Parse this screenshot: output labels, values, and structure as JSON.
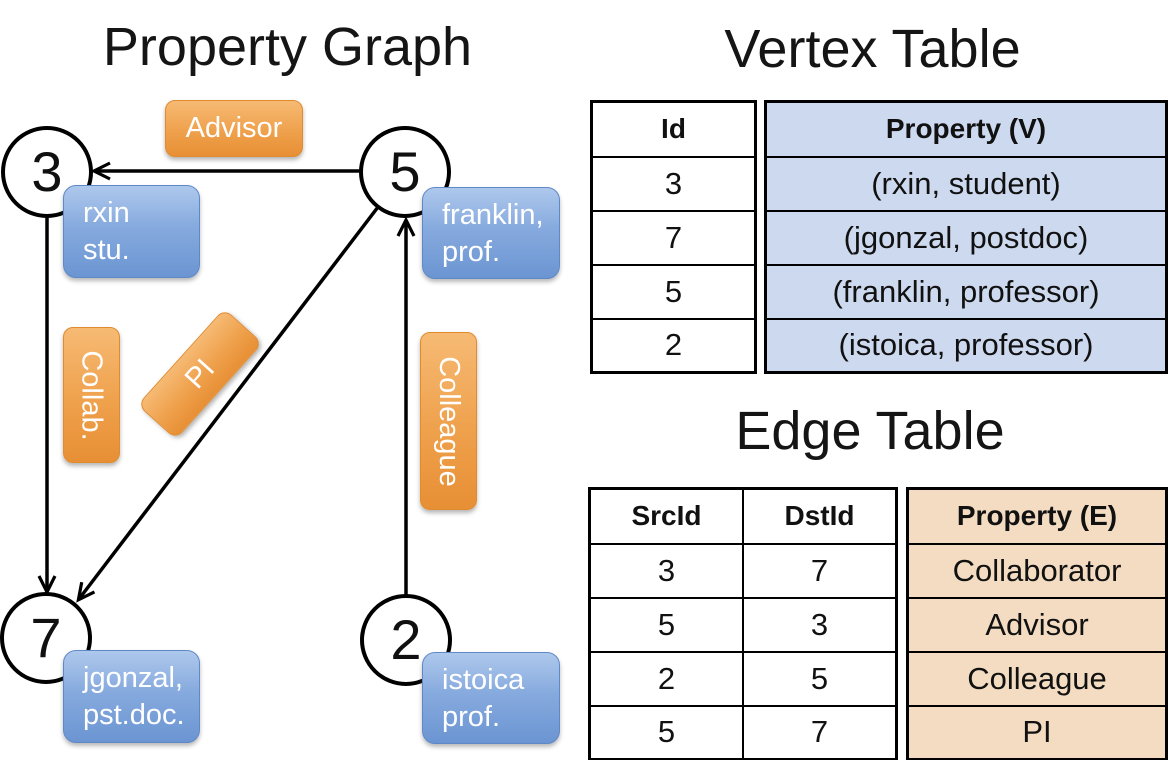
{
  "graph": {
    "title": "Property Graph",
    "nodes": [
      {
        "id": "3",
        "line1": "rxin",
        "line2": "stu."
      },
      {
        "id": "5",
        "line1": "franklin,",
        "line2": "prof."
      },
      {
        "id": "7",
        "line1": "jgonzal,",
        "line2": "pst.doc."
      },
      {
        "id": "2",
        "line1": "istoica",
        "line2": "prof."
      }
    ],
    "edges": [
      {
        "label": "Advisor",
        "src": "5",
        "dst": "3"
      },
      {
        "label": "Collab.",
        "src": "3",
        "dst": "7"
      },
      {
        "label": "PI",
        "src": "5",
        "dst": "7"
      },
      {
        "label": "Colleague",
        "src": "2",
        "dst": "5"
      }
    ]
  },
  "vertex_table": {
    "title": "Vertex Table",
    "columns": [
      "Id",
      "Property (V)"
    ],
    "rows": [
      [
        "3",
        "(rxin, student)"
      ],
      [
        "7",
        "(jgonzal, postdoc)"
      ],
      [
        "5",
        "(franklin, professor)"
      ],
      [
        "2",
        "(istoica, professor)"
      ]
    ]
  },
  "edge_table": {
    "title": "Edge Table",
    "columns": [
      "SrcId",
      "DstId",
      "Property (E)"
    ],
    "rows": [
      [
        "3",
        "7",
        "Collaborator"
      ],
      [
        "5",
        "3",
        "Advisor"
      ],
      [
        "2",
        "5",
        "Colleague"
      ],
      [
        "5",
        "7",
        "PI"
      ]
    ]
  },
  "colors": {
    "edge_label_orange": "#F0A24B",
    "node_label_blue": "#7FA1DA",
    "vertex_property_bg": "#CDD9EE",
    "edge_property_bg": "#F3DCC1",
    "stroke_black": "#000000"
  }
}
